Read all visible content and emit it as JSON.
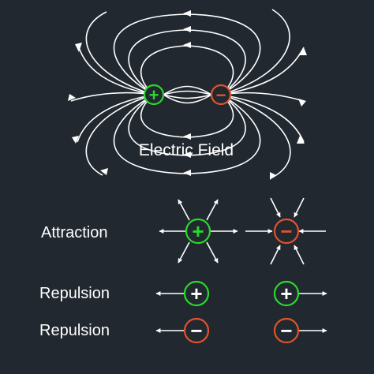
{
  "colors": {
    "background": "#212830",
    "line": "#ffffff",
    "positive": "#2bd82b",
    "negative": "#e0532b"
  },
  "top": {
    "title": "Electric Field",
    "positive_symbol": "+",
    "negative_symbol": "−"
  },
  "rows": [
    {
      "label": "Attraction",
      "left_symbol": "+",
      "right_symbol": "−"
    },
    {
      "label": "Repulsion",
      "left_symbol": "+",
      "right_symbol": "+"
    },
    {
      "label": "Repulsion",
      "left_symbol": "−",
      "right_symbol": "−"
    }
  ],
  "icons": [
    "arrow-icon"
  ]
}
